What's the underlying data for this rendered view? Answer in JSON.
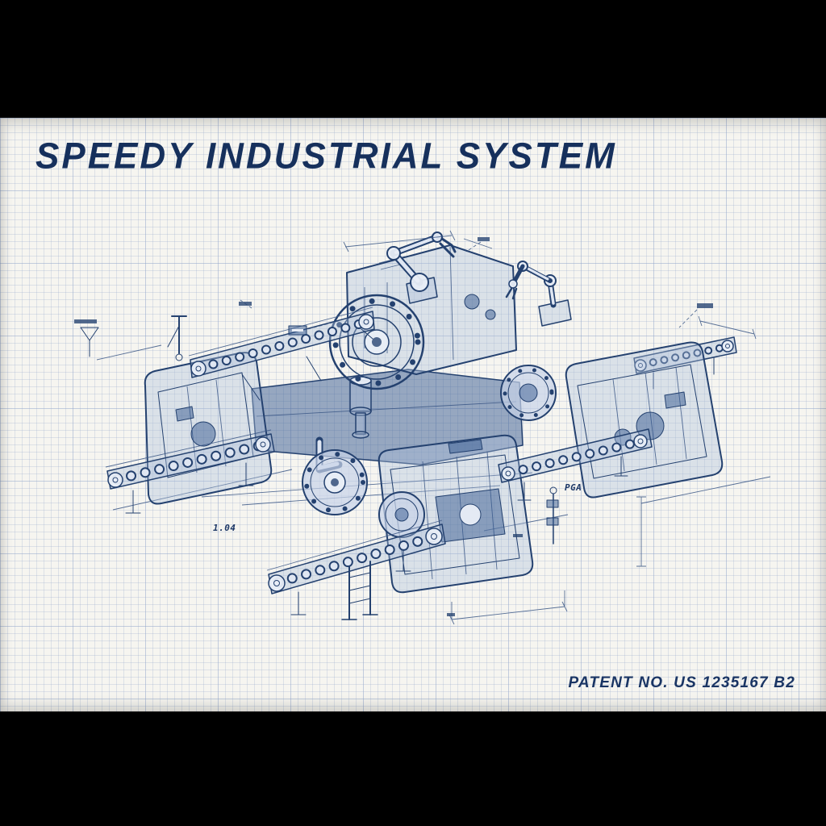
{
  "header": {
    "title": "SPEEDY INDUSTRIAL SYSTEM"
  },
  "footer": {
    "patent_label": "PATENT NO. US 1235167 B2"
  },
  "drawing": {
    "name": "isometric-industrial-machine-blueprint",
    "style": "patent-blueprint-on-grid-paper",
    "annotations": [
      "PGA",
      "1.04"
    ],
    "components": [
      "central-gearbox-housing",
      "main-gear-flange",
      "robotic-arm-left",
      "robotic-arm-right",
      "left-machine-cab",
      "right-machine-cab",
      "front-machine-cab",
      "boom-conveyor",
      "left-conveyor",
      "front-conveyor",
      "right-conveyor",
      "far-right-conveyor",
      "piston-column",
      "support-ladder",
      "dimension-lines"
    ]
  },
  "colors": {
    "ink": "#24416f",
    "paper": "#f6f5f0",
    "grid": "#c5d2e4",
    "letterbox": "#000000",
    "fill_light": "#aebfd9",
    "fill_dark": "#35598f",
    "title_text": "#16305c"
  }
}
